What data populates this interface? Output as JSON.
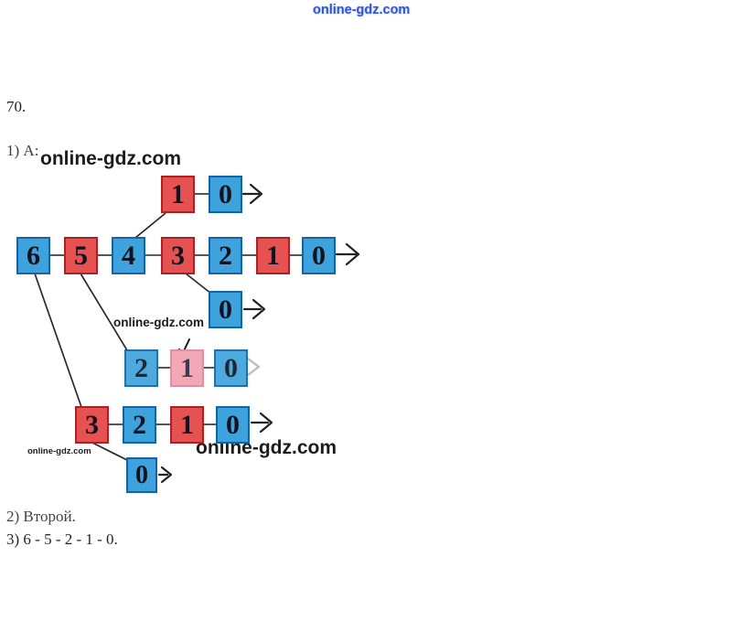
{
  "watermark": {
    "text": "online-gdz.com"
  },
  "problem": {
    "number": "70.",
    "part1": "1) А:",
    "part2": "2) Второй.",
    "part3": "3) 6 - 5 - 2 - 1 - 0."
  },
  "diagram": {
    "main_row": [
      "6",
      "5",
      "4",
      "3",
      "2",
      "1",
      "0"
    ],
    "branch_top": [
      "1",
      "0"
    ],
    "branch_mid": [
      "0"
    ],
    "branch_lower": [
      "2",
      "1",
      "0"
    ],
    "branch_bottom": [
      "3",
      "2",
      "1",
      "0"
    ],
    "branch_last": [
      "0"
    ]
  },
  "colors": {
    "blue_box": "#3ea2dc",
    "blue_border": "#1563a4",
    "red_box": "#e65151",
    "red_border": "#a82424",
    "pink_box": "#f3a8b6",
    "pink_border": "#dd8fa5",
    "digit": "#11131f",
    "watermark_top": "#2f55d4",
    "watermark_dark": "#1c1c1c",
    "line": "#2a2a2a",
    "faded_line": "#b9b9b9"
  }
}
